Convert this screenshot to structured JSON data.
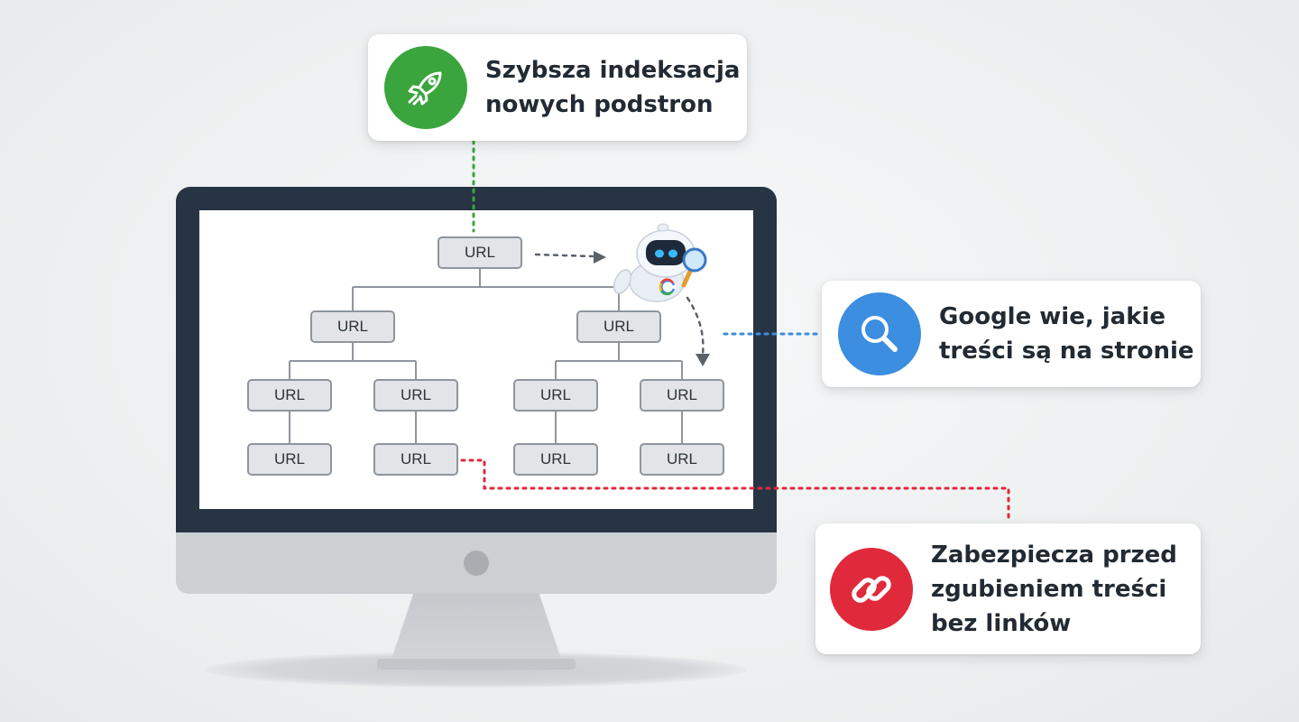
{
  "diagram": {
    "url_label": "URL",
    "robot_badge": "G",
    "colors": {
      "speed_accent": "#3aa53d",
      "google_accent": "#3b8ee0",
      "links_accent": "#e0293a",
      "bezel": "#273444"
    }
  },
  "cards": {
    "speed": {
      "icon": "rocket-icon",
      "text": "Szybsza indeksacja\nnowych podstron"
    },
    "google": {
      "icon": "search-icon",
      "text": "Google wie, jakie\ntreści są na stronie"
    },
    "links": {
      "icon": "link-icon",
      "text": "Zabezpiecza przed\nzgubieniem treści\nbez linków"
    }
  }
}
